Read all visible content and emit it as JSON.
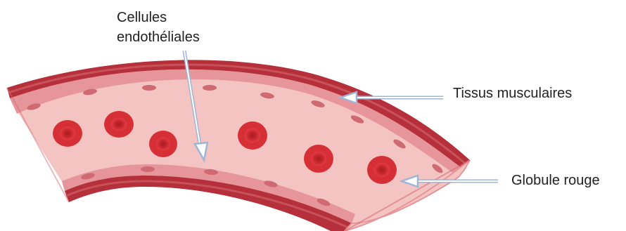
{
  "labels": {
    "endothelial_line1": "Cellules",
    "endothelial_line2": "endothéliales",
    "muscle": "Tissus musculaires",
    "red_cell": "Globule rouge"
  },
  "colors": {
    "vessel_wall_dark": "#b5303a",
    "vessel_wall_mid": "#c9525a",
    "endothelium": "#e6959a",
    "lumen": "#f4c4c3",
    "red_cell": "#d72f36",
    "red_cell_center": "#b01f27",
    "arrow": "#9fb5d6"
  }
}
